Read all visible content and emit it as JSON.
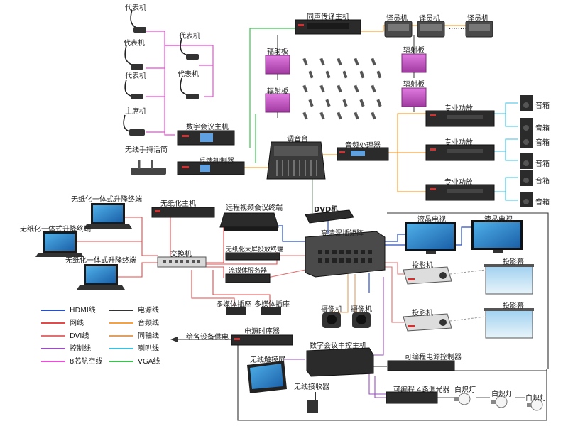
{
  "labels": {
    "rep1": "代表机",
    "rep2": "代表机",
    "rep3": "代表机",
    "rep4": "代表机",
    "rep5": "代表机",
    "chair": "主席机",
    "wireless_mic": "无线手持话筒",
    "conf_host": "数字会议主机",
    "feedback": "反馈抑制器",
    "interp_host": "同声传译主机",
    "translator1": "译员机",
    "translator2": "译员机",
    "translator3": "译员机",
    "radiator1": "辐射板",
    "radiator2": "辐射板",
    "radiator3": "辐射板",
    "radiator4": "辐射板",
    "mixer": "调音台",
    "audio_proc": "音频处理器",
    "amp1": "专业功放",
    "amp2": "专业功放",
    "amp3": "专业功放",
    "spk1": "音箱",
    "spk2": "音箱",
    "spk3": "音箱",
    "spk4": "音箱",
    "spk5": "音箱",
    "spk6": "音箱",
    "paperless_host": "无纸化主机",
    "terminal1": "无纸化一体式升降终端",
    "terminal2": "无纸化一体式升降终端",
    "terminal3": "无纸化一体式升降终端",
    "switch": "交换机",
    "video_terminal": "远程视频会议终端",
    "large_screen": "无纸化大屏投放终端",
    "media_server": "流媒体服务器",
    "dvd": "DVD机",
    "matrix": "高清混插矩阵",
    "lcd1": "液晶电视",
    "lcd2": "液晶电视",
    "projector1": "投影机",
    "projector2": "投影机",
    "screen1": "投影幕",
    "screen2": "投影幕",
    "socket1": "多媒体插座",
    "socket2": "多媒体插座",
    "camera1": "摄像机",
    "camera2": "摄像机",
    "power_seq": "电源时序器",
    "power_note": "给各设备供电",
    "central_ctrl": "数字会议中控主机",
    "prog_power": "可编程电源控制器",
    "touch_screen": "无线触摸屏",
    "receiver": "无线接收器",
    "dimmer": "可编程 4路调光器",
    "lamp1": "白炽灯",
    "lamp2": "白炽灯",
    "lamp3": "白炽灯",
    "dots": "........"
  },
  "legend": [
    {
      "label": "HDMI线",
      "color": "#2a4fbf"
    },
    {
      "label": "电源线",
      "color": "#333333"
    },
    {
      "label": "网线",
      "color": "#e34b4b"
    },
    {
      "label": "音频线",
      "color": "#f4a340"
    },
    {
      "label": "DVI线",
      "color": "#e37070"
    },
    {
      "label": "同轴线",
      "color": "#e0a060"
    },
    {
      "label": "控制线",
      "color": "#9a4fbf"
    },
    {
      "label": "喇叭线",
      "color": "#3fbfe0"
    },
    {
      "label": "8芯航空线",
      "color": "#e84fd6"
    },
    {
      "label": "VGA线",
      "color": "#3fbf4f"
    }
  ]
}
